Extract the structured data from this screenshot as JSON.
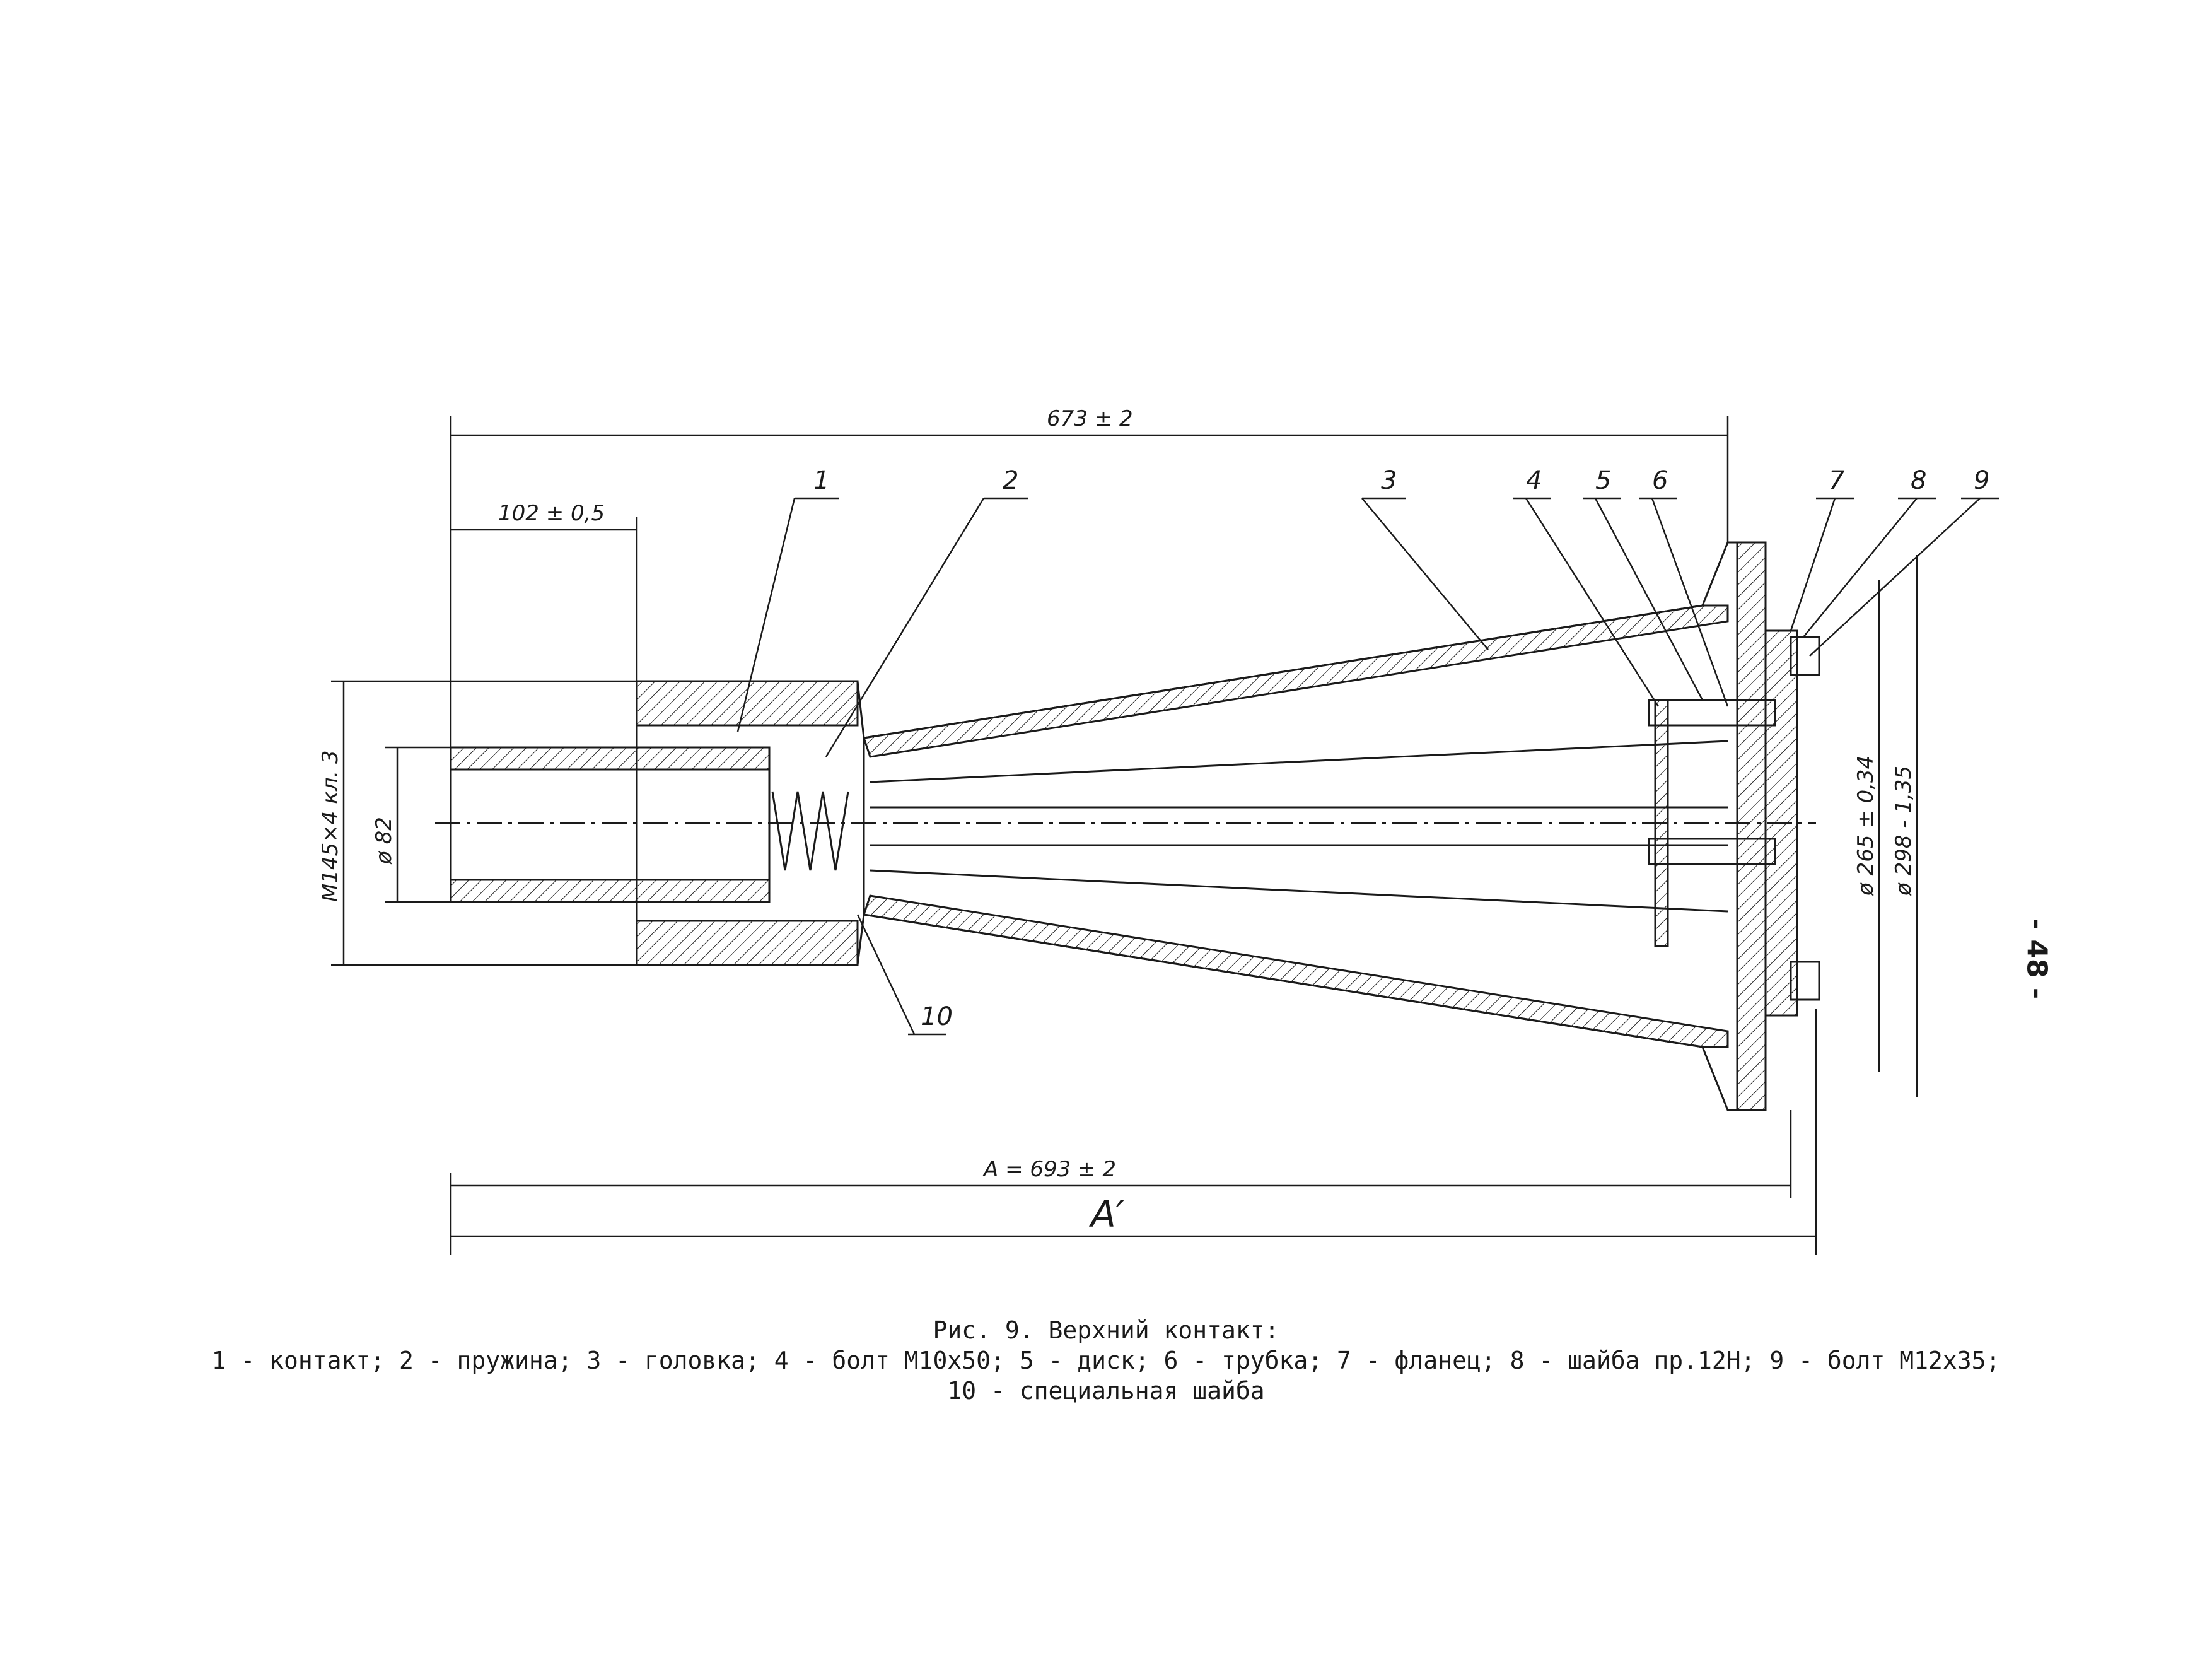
{
  "dimensions": {
    "overall": "673 ± 2",
    "head_length": "102 ± 0,5",
    "thread": "M145×4 кл. 3",
    "bore": "ø 82",
    "bolt_circle": "ø 265 ± 0,34",
    "flange_dia": "ø 298 - 1,35",
    "length_a": "A = 693 ± 2",
    "length_a_prime": "A′"
  },
  "callouts": [
    "1",
    "2",
    "3",
    "4",
    "5",
    "6",
    "7",
    "8",
    "9",
    "10"
  ],
  "caption": {
    "title": "Рис. 9. Верхний контакт:",
    "line1": "1 - контакт; 2 - пружина; 3 - головка; 4 - болт М10х50; 5 - диск; 6 - трубка; 7 - фланец; 8 - шайба пр.12Н; 9 - болт М12х35;",
    "line2": "10 - специальная шайба"
  },
  "page_number": "- 48 -"
}
